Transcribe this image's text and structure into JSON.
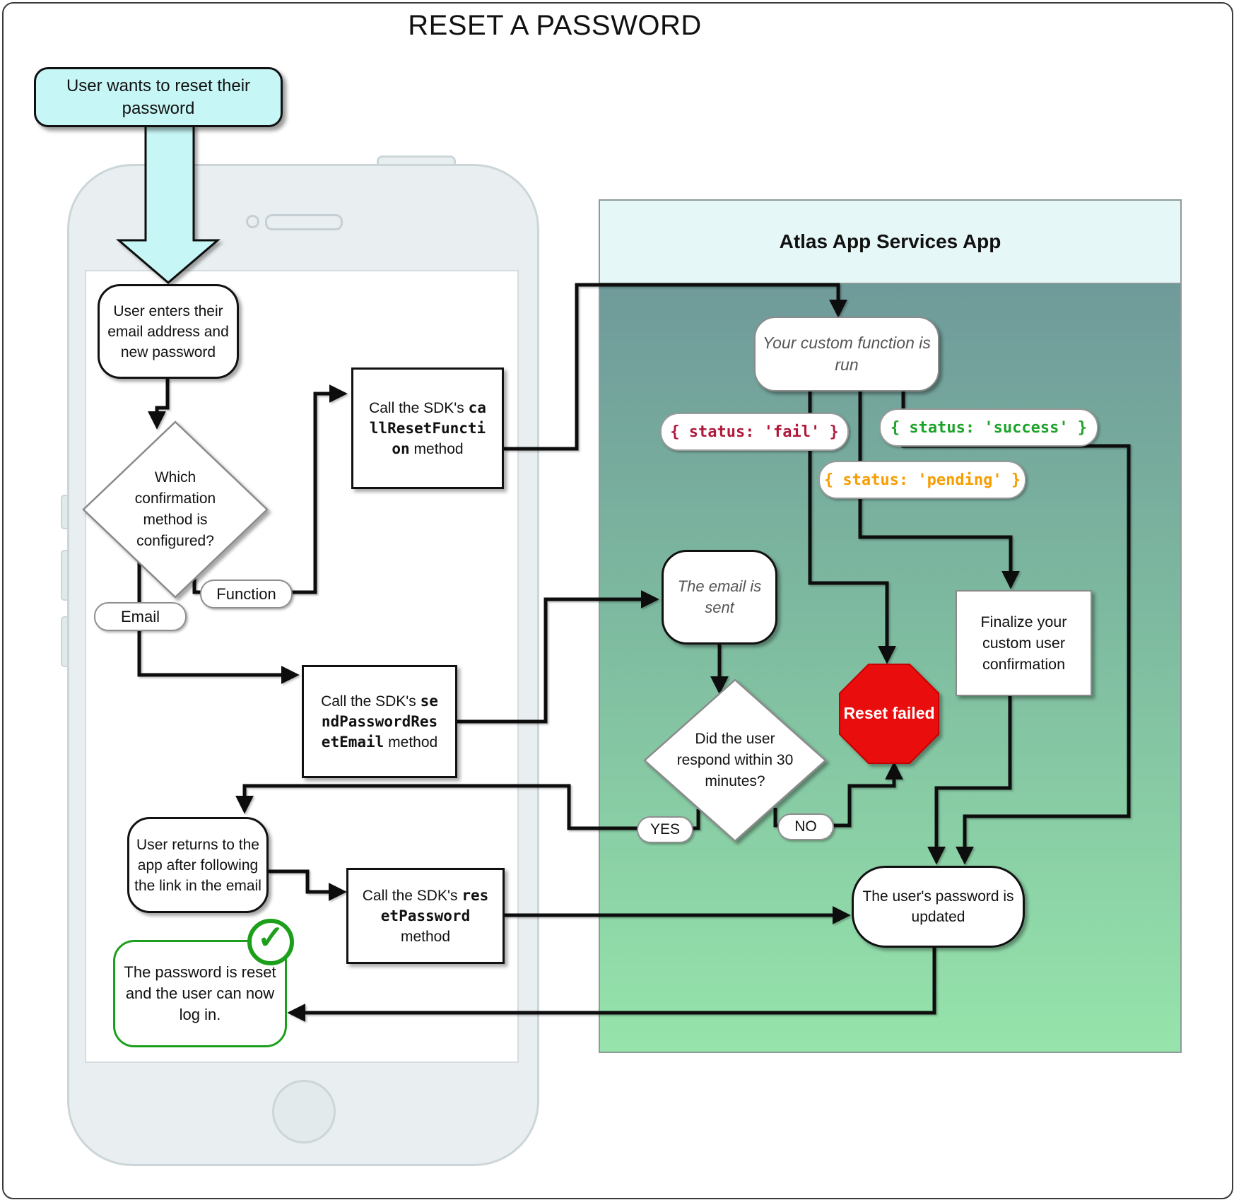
{
  "page": {
    "title": "RESET A PASSWORD"
  },
  "callout": {
    "text": "User wants to reset their password"
  },
  "phone": {
    "start": "User enters their email address and new password",
    "decision": "Which confirmation method is configured?",
    "branch_function": "Function",
    "branch_email": "Email",
    "call_reset": {
      "pre": "Call the SDK's ",
      "code": "callResetFunction",
      "post": " method"
    },
    "send_email": {
      "pre": "Call the SDK's ",
      "code": "sendPasswordResetEmail",
      "post": " method"
    },
    "user_returns": "User returns to the app after following the link in the email",
    "reset_password": {
      "pre": "Call the SDK's ",
      "code": "resetPassword",
      "post": " method"
    },
    "done": "The password is reset and the user can now log in.",
    "done_check_icon": "✓"
  },
  "panel": {
    "title": "Atlas App Services App",
    "custom_function": "Your custom function is run",
    "status_fail": {
      "text": "{ status: 'fail' }",
      "color": "#b01a3c"
    },
    "status_success": {
      "text": "{ status: 'success' }",
      "color": "#1da32a"
    },
    "status_pending": {
      "text": "{ status: 'pending' }",
      "color": "#f79d00"
    },
    "email_sent": "The email is sent",
    "reset_failed": "Reset failed",
    "finalize": "Finalize your custom user confirmation",
    "decision": "Did the user respond within 30 minutes?",
    "yes": "YES",
    "no": "NO",
    "password_updated": "The user's password is updated"
  },
  "colors": {
    "callout_fill": "#c7f6f6",
    "panel_header": "#e6f7f7",
    "panel_gradient_top": "#6f9a9a",
    "panel_gradient_bottom": "#96e4ab",
    "stop_red": "#ea0b0b",
    "success_green": "#1ca01c",
    "line": "#111111"
  }
}
